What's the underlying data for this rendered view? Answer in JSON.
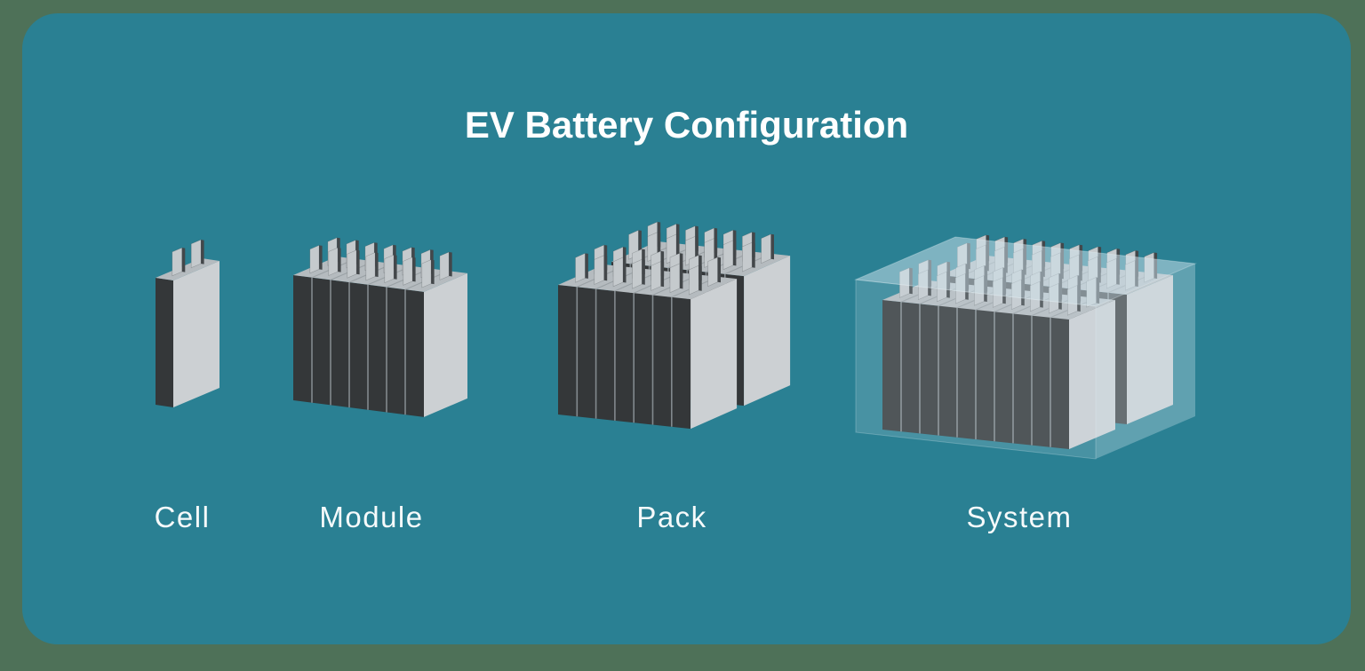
{
  "title": "EV Battery Configuration",
  "stages": [
    {
      "label": "Cell",
      "icon": "prismatic-battery-cell-3d-icon"
    },
    {
      "label": "Module",
      "icon": "battery-module-stack-3d-icon"
    },
    {
      "label": "Pack",
      "icon": "battery-pack-dual-module-3d-icon"
    },
    {
      "label": "System",
      "icon": "battery-system-enclosure-3d-icon"
    }
  ],
  "colors": {
    "outer_background": "#4e7158",
    "card_background": "#2a8093",
    "cell_dark_face": "#343739",
    "cell_light_face": "#ccd0d3",
    "cell_top_face": "#b5bbbf",
    "cell_separator": "#82898e",
    "top_separator": "#9aa1a5",
    "tab_face": "#c5cacd",
    "tab_side": "#43474a",
    "enclosure": "#d2e6f0",
    "title_text": "#ffffff",
    "label_text": "#f6fafb"
  }
}
